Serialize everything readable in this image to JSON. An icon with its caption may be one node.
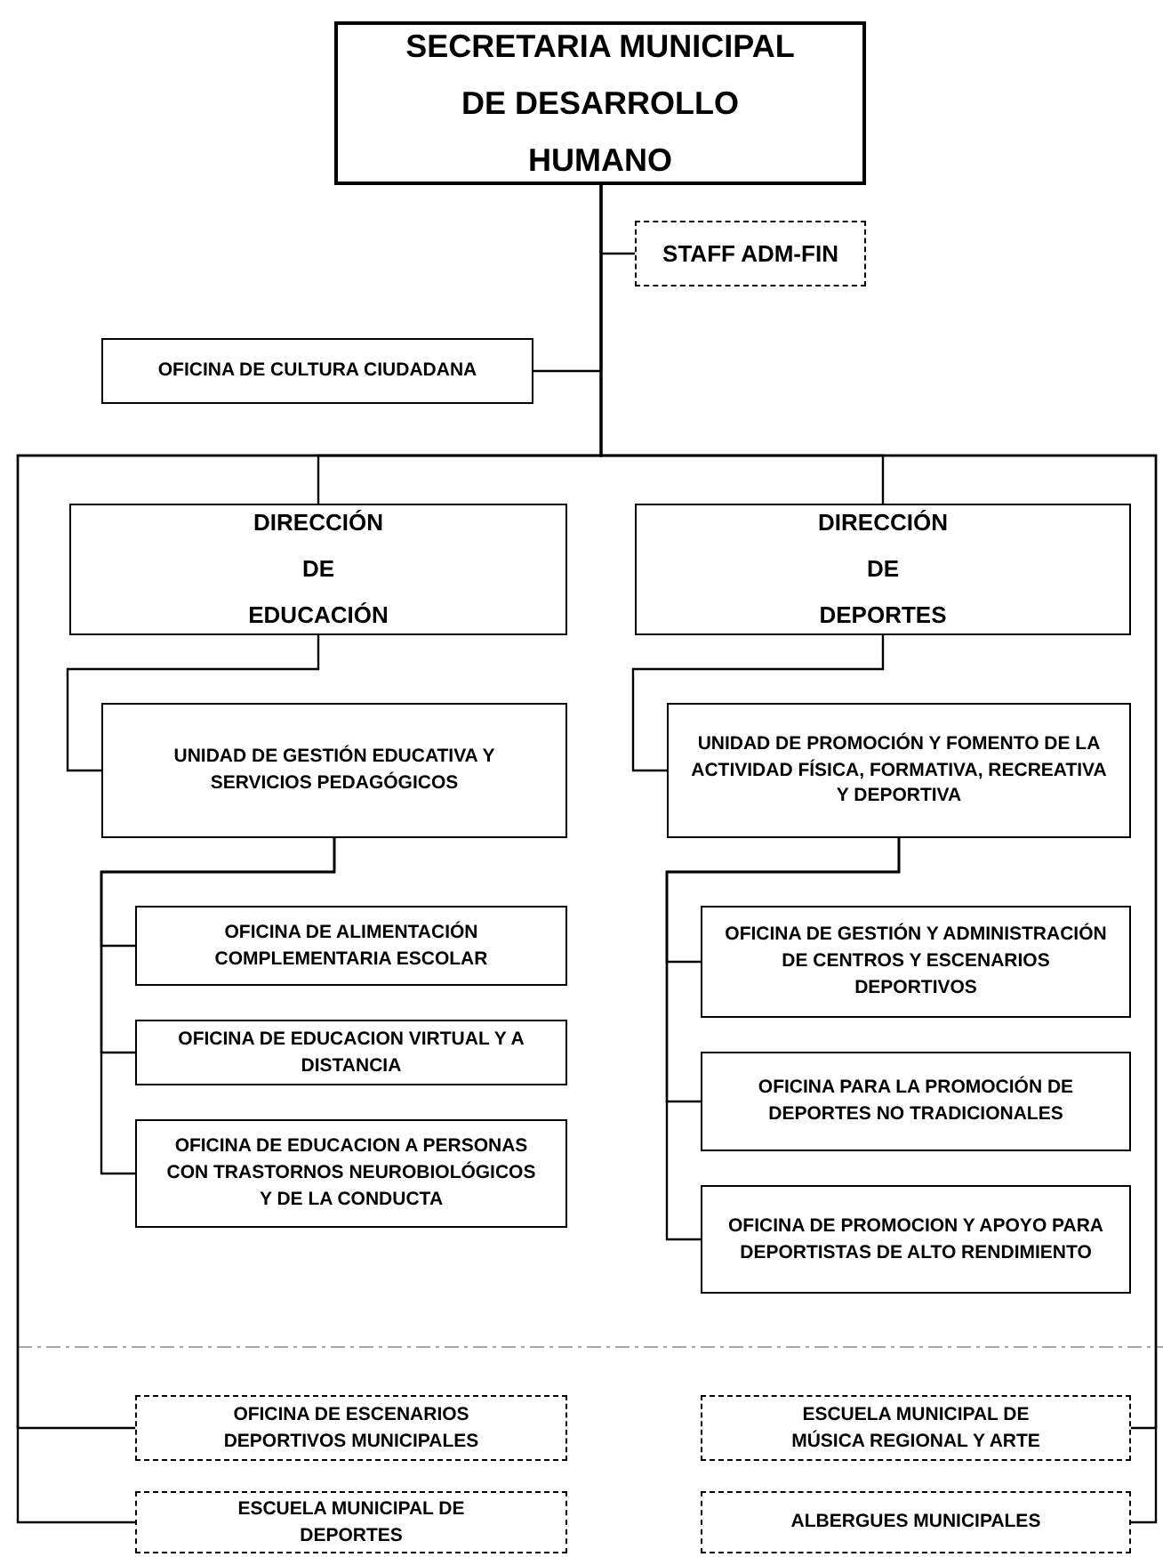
{
  "diagram": {
    "nodes": [
      {
        "text": [
          "SECRETARIA MUNICIPAL DE DESARROLLO HUMANO"
        ]
      },
      {
        "text": [
          "STAFF ADM-FIN"
        ]
      },
      {
        "text": [
          "OFICINA DE CULTURA CIUDADANA"
        ]
      },
      {
        "text": [
          "DIRECCIÓN DE EDUCACIÓN"
        ]
      },
      {
        "text": [
          "DIRECCIÓN DE DEPORTES"
        ]
      },
      {
        "text": [
          "UNIDAD DE GESTIÓN EDUCATIVA Y SERVICIOS PEDAGÓGICOS"
        ]
      },
      {
        "text": [
          "UNIDAD DE PROMOCIÓN Y FOMENTO DE LA ACTIVIDAD FÍSICA, FORMATIVA, RECREATIVA Y DEPORTIVA"
        ]
      },
      {
        "text": [
          "OFICINA DE ALIMENTACIÓN COMPLEMENTARIA ESCOLAR"
        ]
      },
      {
        "text": [
          "OFICINA DE EDUCACION VIRTUAL Y A DISTANCIA"
        ]
      },
      {
        "text": [
          "OFICINA DE EDUCACION A PERSONAS CON TRASTORNOS NEUROBIOLÓGICOS Y DE LA CONDUCTA"
        ]
      },
      {
        "text": [
          "OFICINA DE GESTIÓN Y ADMINISTRACIÓN DE CENTROS Y ESCENARIOS DEPORTIVOS"
        ]
      },
      {
        "text": [
          "OFICINA PARA LA PROMOCIÓN DE DEPORTES NO TRADICIONALES"
        ]
      },
      {
        "text": [
          "OFICINA DE PROMOCION Y APOYO PARA DEPORTISTAS DE ALTO RENDIMIENTO"
        ]
      },
      {
        "text": [
          "OFICINA DE ESCENARIOS DEPORTIVOS MUNICIPALES"
        ]
      },
      {
        "text": [
          "ESCUELA MUNICIPAL DE MÚSICA REGIONAL Y ARTE"
        ]
      },
      {
        "text": [
          "ESCUELA MUNICIPAL DE DEPORTES"
        ]
      },
      {
        "text": [
          "ALBERGUES MUNICIPALES"
        ]
      }
    ],
    "edges": [
      {
        "from": 0,
        "to": 1,
        "arrow": "none"
      },
      {
        "from": 0,
        "to": 2,
        "arrow": "none"
      },
      {
        "from": 0,
        "to": 3,
        "arrow": "none"
      },
      {
        "from": 0,
        "to": 4,
        "arrow": "none"
      },
      {
        "from": 3,
        "to": 5,
        "arrow": "none"
      },
      {
        "from": 4,
        "to": 6,
        "arrow": "none"
      },
      {
        "from": 5,
        "to": 7,
        "arrow": "none"
      },
      {
        "from": 5,
        "to": 8,
        "arrow": "none"
      },
      {
        "from": 5,
        "to": 9,
        "arrow": "none"
      },
      {
        "from": 6,
        "to": 10,
        "arrow": "none"
      },
      {
        "from": 6,
        "to": 11,
        "arrow": "none"
      },
      {
        "from": 6,
        "to": 12,
        "arrow": "none"
      },
      {
        "from": 0,
        "to": 13,
        "arrow": "none"
      },
      {
        "from": 0,
        "to": 14,
        "arrow": "none"
      },
      {
        "from": 0,
        "to": 15,
        "arrow": "none"
      },
      {
        "from": 0,
        "to": 16,
        "arrow": "none"
      }
    ]
  }
}
